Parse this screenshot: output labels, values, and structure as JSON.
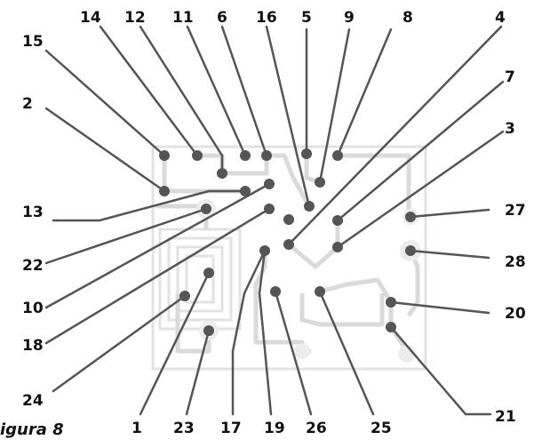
{
  "caption": "igura 8",
  "labels": {
    "n1": "1",
    "n2": "2",
    "n3": "3",
    "n4": "4",
    "n5": "5",
    "n6": "6",
    "n7": "7",
    "n8": "8",
    "n9": "9",
    "n10": "10",
    "n11": "11",
    "n12": "12",
    "n13": "13",
    "n14": "14",
    "n15": "15",
    "n16": "16",
    "n17": "17",
    "n18": "18",
    "n19": "19",
    "n20": "20",
    "n21": "21",
    "n22": "22",
    "n23": "23",
    "n24": "24",
    "n25": "25",
    "n26": "26",
    "n27": "27",
    "n28": "28"
  },
  "colors": {
    "leader": "#555555",
    "pad": "#555555",
    "trace": "#dadada"
  }
}
